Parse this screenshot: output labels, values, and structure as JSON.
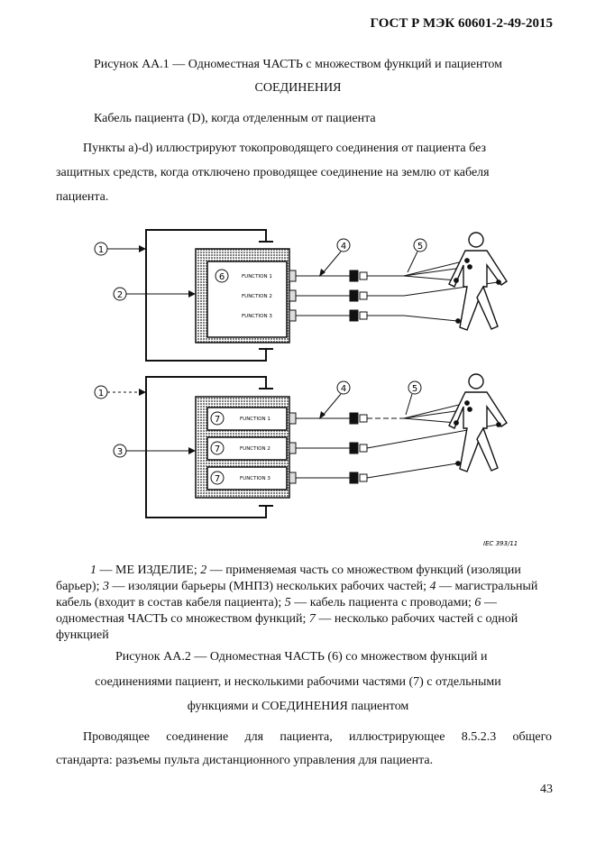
{
  "header": {
    "standard": "ГОСТ Р МЭК 60601-2-49-2015"
  },
  "figure_aa1": {
    "title_line1": "Рисунок АА.1 — Одноместная ЧАСТЬ с множеством функций и пациентом",
    "title_line2": "СОЕДИНЕНИЯ"
  },
  "section_d": {
    "heading": "Кабель пациента (D), когда отделенным от пациента"
  },
  "intro": {
    "line1": "Пункты а)-d) иллюстрируют токопроводящего соединения от пациента без",
    "line2": "защитных средств, когда отключено проводящее соединение на землю от кабеля",
    "line3": "пациента."
  },
  "diagram": {
    "callouts": [
      "1",
      "2",
      "3",
      "4",
      "5",
      "6",
      "7"
    ],
    "functions_top": [
      "FUNCTION 1",
      "FUNCTION 2",
      "FUNCTION 3"
    ],
    "functions_bottom": [
      "FUNCTION 1",
      "FUNCTION 2",
      "FUNCTION 3"
    ],
    "iec_ref": "IEC  393/11"
  },
  "legend": {
    "n1": "1",
    "t1": " — МЕ ИЗДЕЛИЕ; ",
    "n2": "2",
    "t2": " — применяемая часть со множеством функций (изоляции барьер); ",
    "n3": "3",
    "t3": " — изоляции барьеры (МНПЗ) нескольких рабочих частей; ",
    "n4": "4",
    "t4": " — магистральный кабель (входит в состав кабеля пациента); ",
    "n5": "5",
    "t5": " — кабель пациента с проводами; ",
    "n6": "6",
    "t6": " — одноместная ЧАСТЬ со множеством функций; ",
    "n7": "7",
    "t7": " — несколько рабочих частей с одной функцией"
  },
  "figure_aa2": {
    "line1": "Рисунок АА.2 — Одноместная ЧАСТЬ (6) со множеством функций и",
    "line2": "соединениями пациент, и несколькими рабочими частями (7) с отдельными",
    "line3": "функциями и СОЕДИНЕНИЯ пациентом"
  },
  "closing": {
    "line1": "Проводящее соединение для пациента, иллюстрирующее 8.5.2.3 общего",
    "line2": "стандарта: разъемы пульта дистанционного управления для пациента."
  },
  "page_number": "43"
}
